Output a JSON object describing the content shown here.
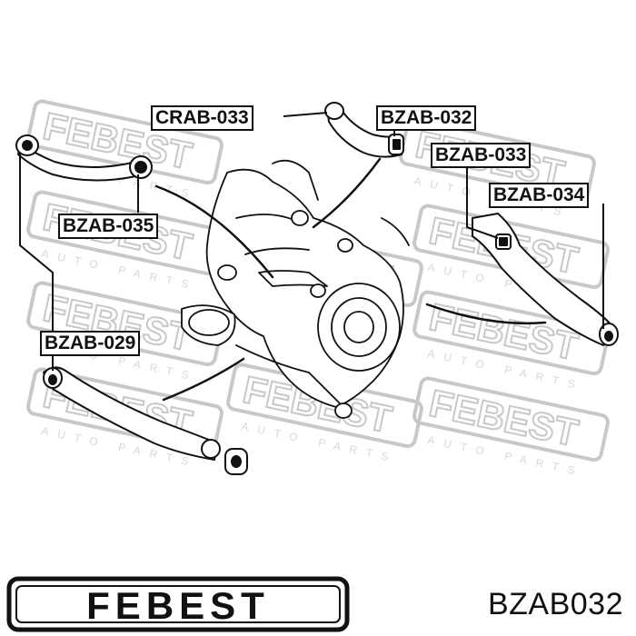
{
  "brand": {
    "logo_text": "FEBEST",
    "watermark_text": "FEBEST",
    "watermark_subtext": "AUTO PARTS",
    "color": "#111111"
  },
  "part_number": "BZAB032",
  "callouts": [
    {
      "id": "crab-033",
      "label": "CRAB-033"
    },
    {
      "id": "bzab-032",
      "label": "BZAB-032"
    },
    {
      "id": "bzab-033",
      "label": "BZAB-033"
    },
    {
      "id": "bzab-034",
      "label": "BZAB-034"
    },
    {
      "id": "bzab-035",
      "label": "BZAB-035"
    },
    {
      "id": "bzab-029",
      "label": "BZAB-029"
    }
  ]
}
